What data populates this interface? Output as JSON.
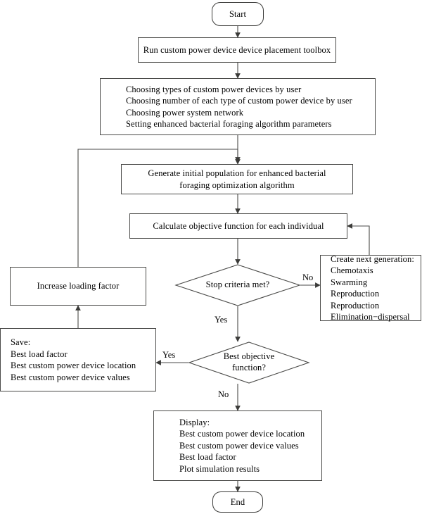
{
  "diagram": {
    "title": "Enhanced bacterial foraging optimization custom power device placement flowchart",
    "line_color": "#4a4a48",
    "text_color": "#000000",
    "background": "#ffffff",
    "nodes": {
      "start": {
        "label": "Start",
        "shape": "terminator"
      },
      "run_toolbox": {
        "label": "Run custom power device device placement toolbox",
        "shape": "process"
      },
      "user_inputs": {
        "label": "Choosing types of custom power devices by user\nChoosing number of each type of custom power device by user\nChoosing power system network\nSetting enhanced bacterial foraging algorithm parameters",
        "shape": "process"
      },
      "generate_population": {
        "label": "Generate initial population for enhanced bacterial\nforaging optimization algorithm",
        "shape": "process"
      },
      "calculate_objective": {
        "label": "Calculate objective function for each individual",
        "shape": "process"
      },
      "stop_criteria": {
        "label": "Stop criteria met?",
        "shape": "decision"
      },
      "create_next_generation": {
        "label": "Create next generation:\nChemotaxis\nSwarming\nReproduction\nReproduction\nElimination−dispersal",
        "shape": "process"
      },
      "increase_loading_factor": {
        "label": "Increase loading factor",
        "shape": "process"
      },
      "save": {
        "label": "Save:\nBest load factor\nBest custom power device location\nBest custom power device values",
        "shape": "process"
      },
      "best_objective": {
        "label": "Best objective\nfunction?",
        "shape": "decision"
      },
      "display": {
        "label": "Display:\nBest custom power device location\nBest custom power device values\nBest load factor\nPlot simulation results",
        "shape": "process"
      },
      "end": {
        "label": "End",
        "shape": "terminator"
      }
    },
    "edge_labels": {
      "stop_criteria_no": "No",
      "stop_criteria_yes": "Yes",
      "best_objective_yes": "Yes",
      "best_objective_no": "No"
    }
  }
}
